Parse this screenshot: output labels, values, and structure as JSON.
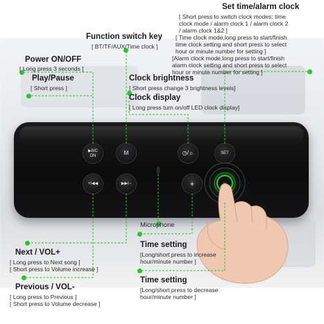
{
  "labels": {
    "set_time_alarm": {
      "title": "Set time/alarm clock",
      "note1": "[ Short press to switch clock modes: time",
      "note2": "clock mode / alarm clock 1 / alarm clock 2",
      "note3": "/ alarm clock 1&2 ]",
      "note4": "[ Time clock mode,long press to start/finish",
      "note5": "time clock setting and short press to select",
      "note6": "hour or minute number for setting ]",
      "note7": "[Alarm clock mode,long press to start/finish",
      "note8": "alarm clock setting and short press to select",
      "note9": "hour or minute number for setting ]"
    },
    "function_switch": {
      "title": "Function switch key",
      "note": "[ BT/TF/AUX/Time clock ]"
    },
    "power": {
      "title": "Power ON/OFF",
      "note": "[ Long press 3 seconds ]"
    },
    "play_pause": {
      "title": "Play/Pause",
      "note": "[ Short press ]"
    },
    "clock_brightness": {
      "title": "Clock brightness",
      "note": "[ Short press change 3 brightness levels]"
    },
    "clock_display": {
      "title": "Clock display",
      "note": "[ Long press turn on/off LED clock display]"
    },
    "microphone": {
      "title": "Microphone"
    },
    "next_vol_up": {
      "title": "Next / VOL+",
      "note1": "[ Long press to Next song ]",
      "note2": "[ Short press to Volume increase ]"
    },
    "time_setting_up": {
      "title": "Time setting",
      "note1": "[Long/short press to increase",
      "note2": "hour/minute number ]"
    },
    "prev_vol_down": {
      "title": "Previous / VOL-",
      "note1": "[ Long press to Previous ]",
      "note2": "[ Short press to Volume decrease ]"
    },
    "time_setting_down": {
      "title": "Time setting",
      "note1": "[Long/short press to decrease",
      "note2": "hour/minute number ]"
    }
  },
  "buttons": {
    "play_on": {
      "line1": "▶II/C",
      "line2": "ON"
    },
    "mode": "M",
    "display": "◷/☼",
    "set": "SET",
    "prev": "+I◀◀",
    "next": "▶▶I−",
    "plus": "+",
    "minus": "−"
  },
  "colors": {
    "accent": "#2bc42b",
    "speaker": "#0f0f10",
    "text": "#1b1b1b"
  }
}
